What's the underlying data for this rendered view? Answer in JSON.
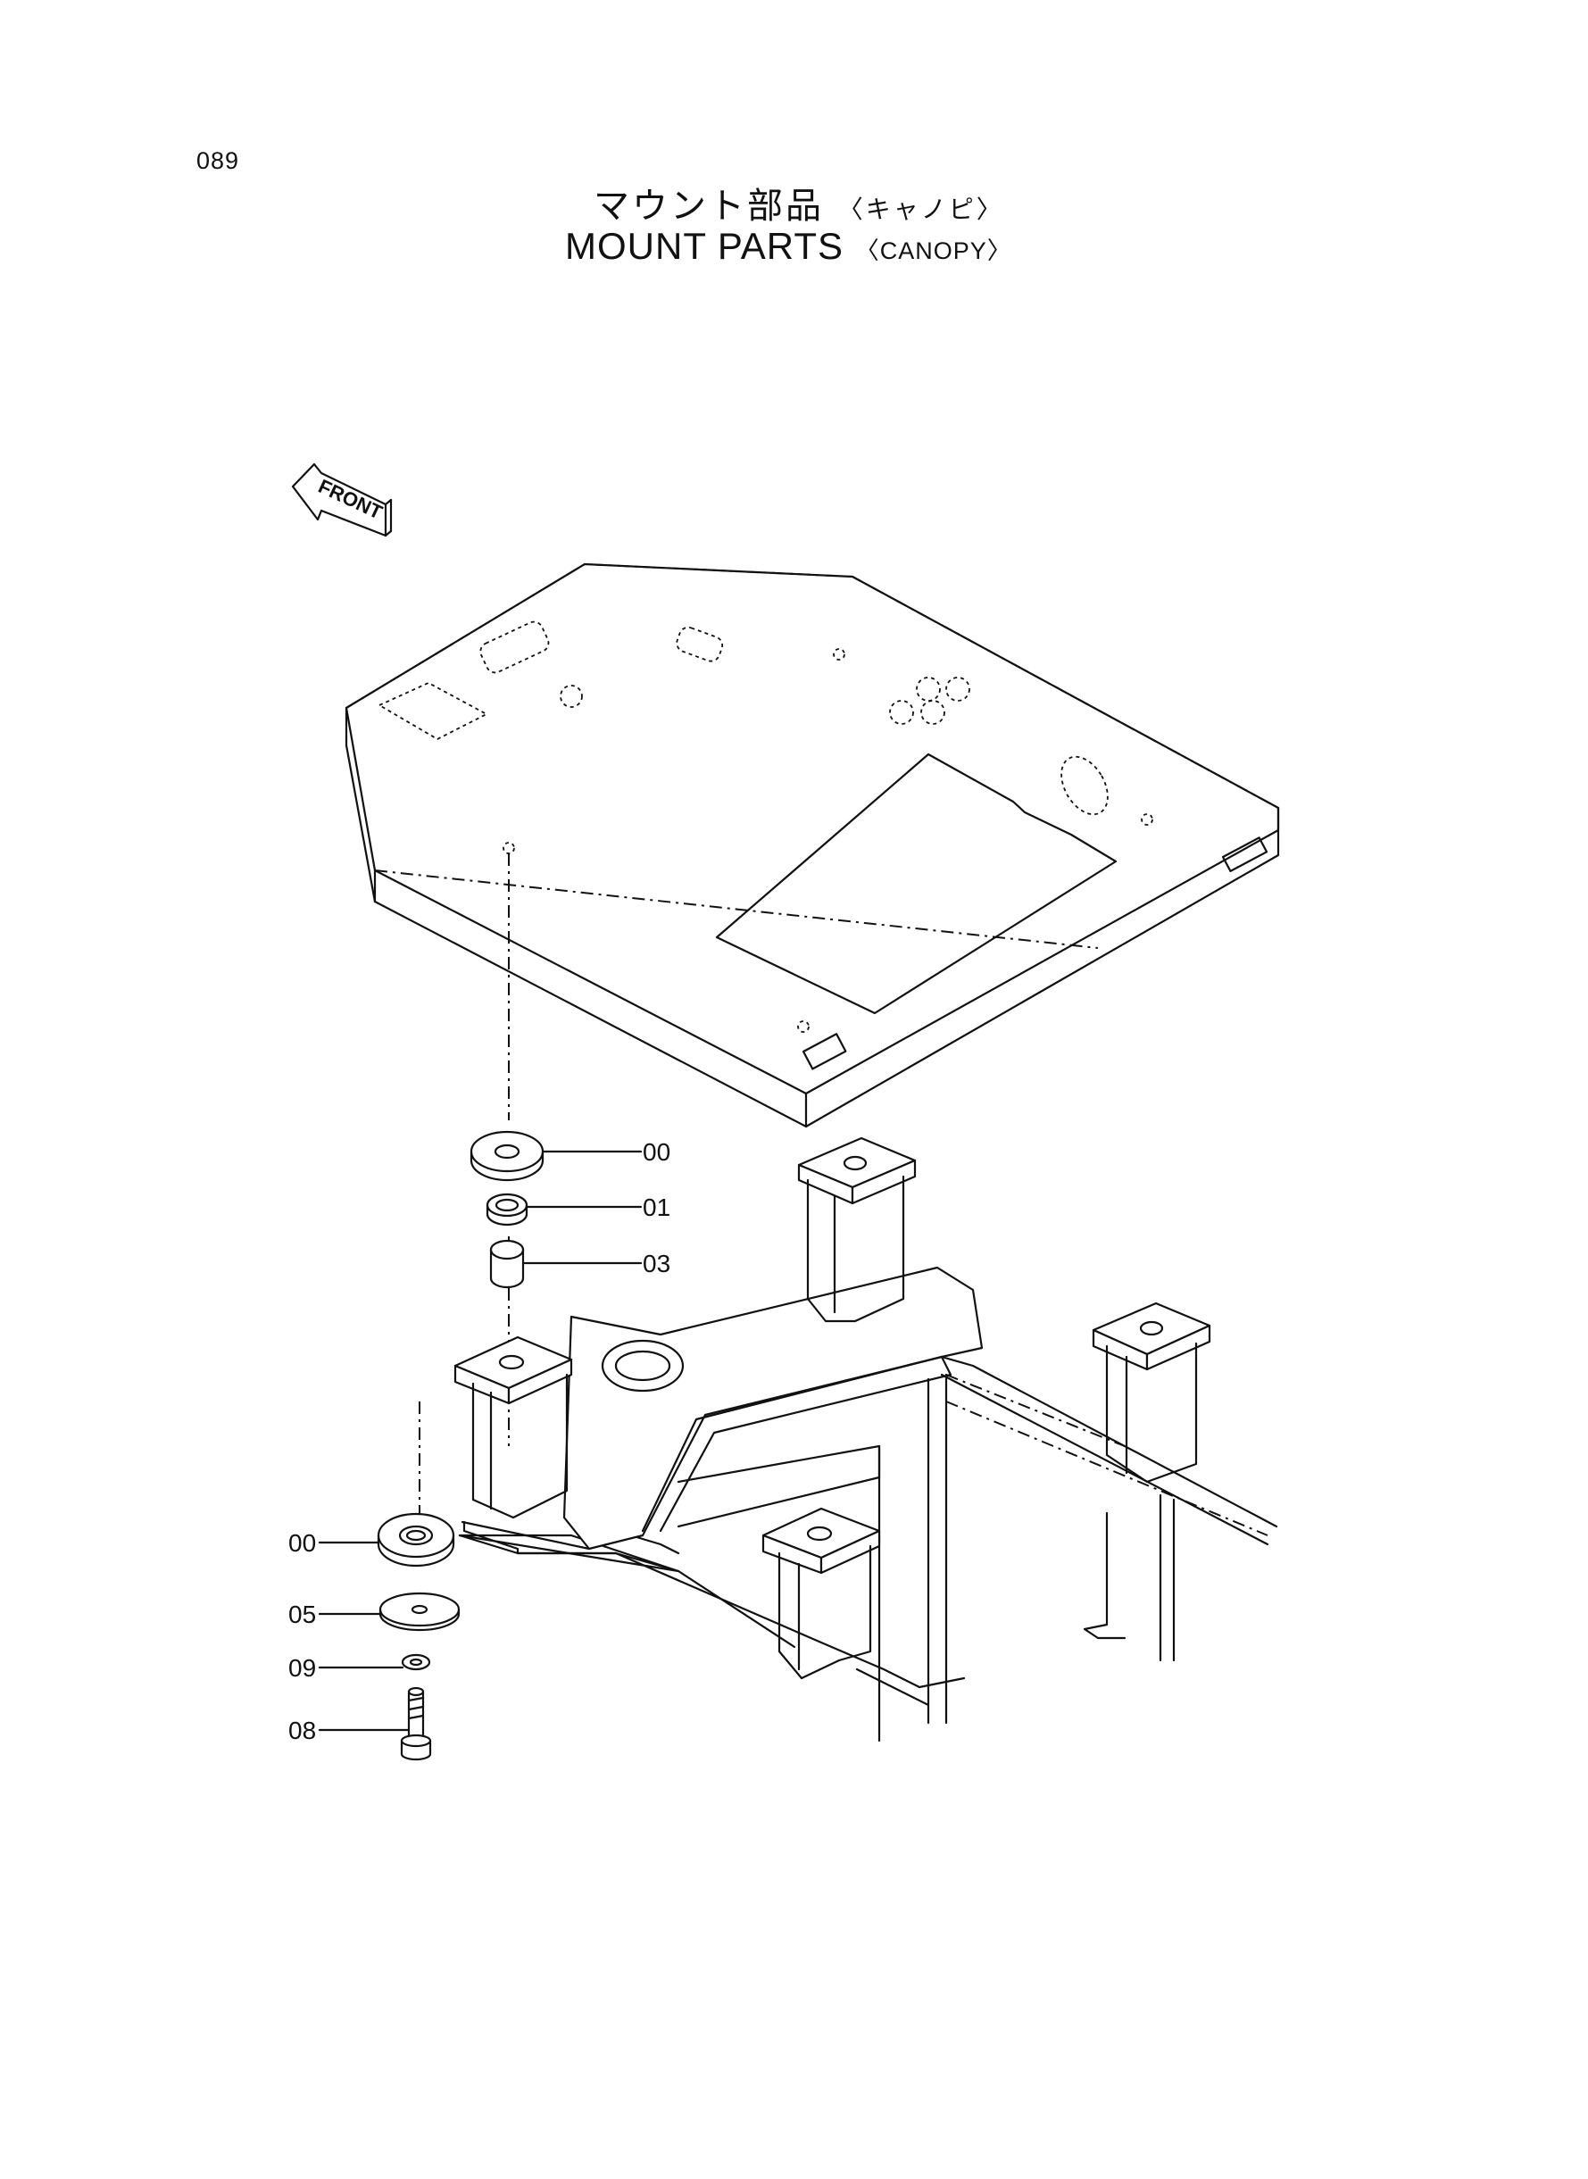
{
  "page": {
    "number": "089",
    "title_jp": "マウント部品",
    "subtitle_jp": "〈キャノピ〉",
    "title_en": "MOUNT PARTS",
    "subtitle_en": "〈CANOPY〉"
  },
  "drawing": {
    "front_marker": "FRONT",
    "callouts": [
      {
        "id": "callout-00-top",
        "label": "00"
      },
      {
        "id": "callout-01",
        "label": "01"
      },
      {
        "id": "callout-03",
        "label": "03"
      },
      {
        "id": "callout-00-bottom",
        "label": "00"
      },
      {
        "id": "callout-05",
        "label": "05"
      },
      {
        "id": "callout-09",
        "label": "09"
      },
      {
        "id": "callout-08",
        "label": "08"
      }
    ]
  }
}
